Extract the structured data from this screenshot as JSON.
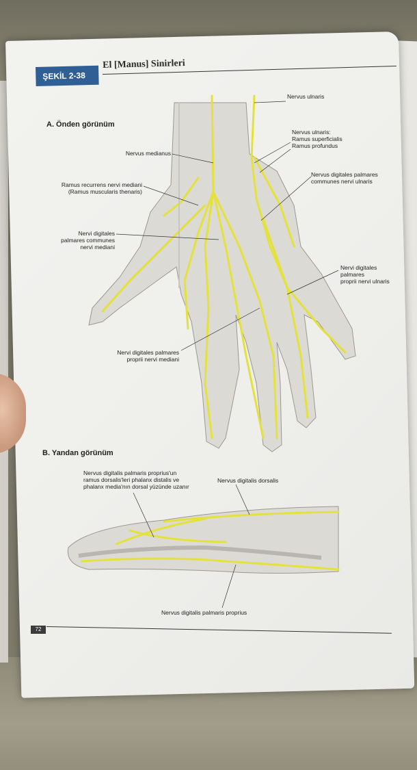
{
  "figure": {
    "tab_label": "ŞEKİL 2-38",
    "title": "El [Manus] Sinirleri",
    "page_number": "72"
  },
  "view_a": {
    "heading": "A. Önden görünüm",
    "labels": {
      "nervus_ulnaris": "Nervus ulnaris",
      "nervus_ulnaris_rami_1": "Nervus ulnaris:",
      "nervus_ulnaris_rami_2": "Ramus superficialis",
      "nervus_ulnaris_rami_3": "Ramus profundus",
      "nervus_medianus": "Nervus medianus",
      "ramus_recurrens_1": "Ramus recurrens nervi mediani",
      "ramus_recurrens_2": "(Ramus muscularis thenaris)",
      "digitales_communes_ulnaris_1": "Nervus digitales palmares",
      "digitales_communes_ulnaris_2": "communes nervi ulnaris",
      "digitales_communes_mediani_1": "Nervi digitales",
      "digitales_communes_mediani_2": "palmares communes",
      "digitales_communes_mediani_3": "nervi mediani",
      "digitales_proprii_ulnaris_1": "Nervi digitales palmares",
      "digitales_proprii_ulnaris_2": "proprii nervi ulnaris",
      "digitales_proprii_mediani_1": "Nervi digitales palmares",
      "digitales_proprii_mediani_2": "proprii nervi mediani"
    }
  },
  "view_b": {
    "heading": "B. Yandan görünüm",
    "labels": {
      "ramus_dorsalis_1": "Nervus digitalis palmaris proprius'un",
      "ramus_dorsalis_2": "ramus dorsalis'leri phalanx distalis ve",
      "ramus_dorsalis_3": "phalanx media'nın dorsal yüzünde uzanır",
      "digitalis_dorsalis": "Nervus digitalis dorsalis",
      "digitalis_palmaris_proprius": "Nervus digitalis palmaris proprius"
    }
  },
  "colors": {
    "nerve": "#e4e23a",
    "tab": "#2f5f95"
  }
}
